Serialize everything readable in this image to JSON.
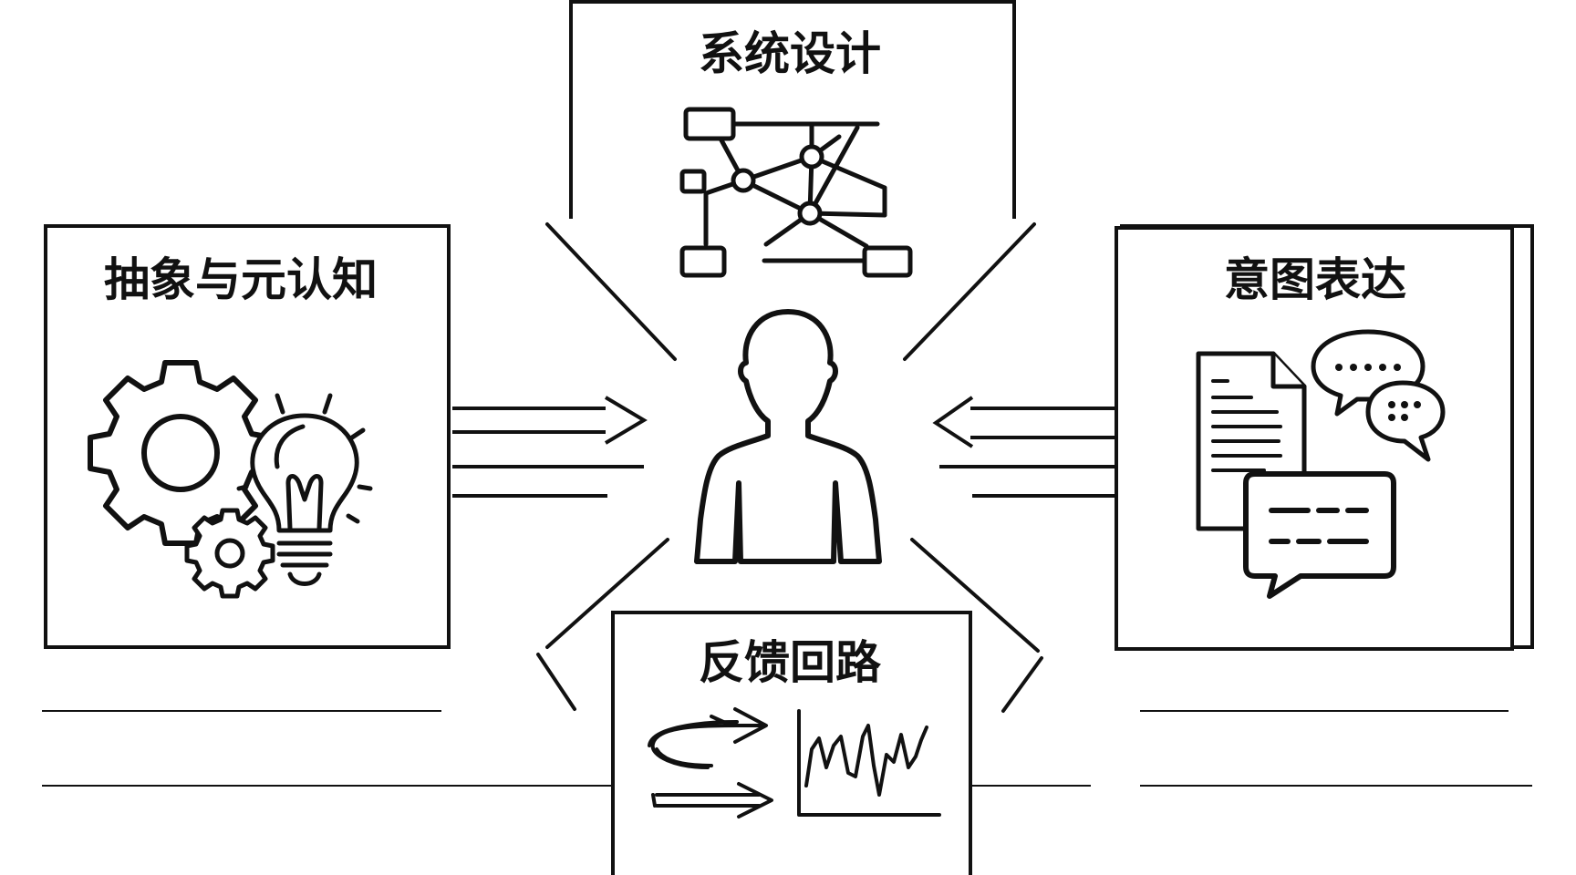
{
  "colors": {
    "ink": "#111111",
    "background": "#ffffff"
  },
  "boxes": {
    "abstraction": {
      "title": "抽象与元认知"
    },
    "system_design": {
      "title": "系统设计"
    },
    "intent": {
      "title": "意图表达"
    },
    "feedback": {
      "title": "反馈回路"
    }
  },
  "icons": {
    "center": "person-icon",
    "abstraction": [
      "gear-icon",
      "small-gear-icon",
      "lightbulb-icon"
    ],
    "system_design": [
      "network-graph-icon"
    ],
    "intent": [
      "document-icon",
      "speech-bubbles-icon",
      "chat-bubble-icon"
    ],
    "feedback": [
      "loop-arrow-icon",
      "arrow-icon",
      "line-chart-icon"
    ]
  }
}
